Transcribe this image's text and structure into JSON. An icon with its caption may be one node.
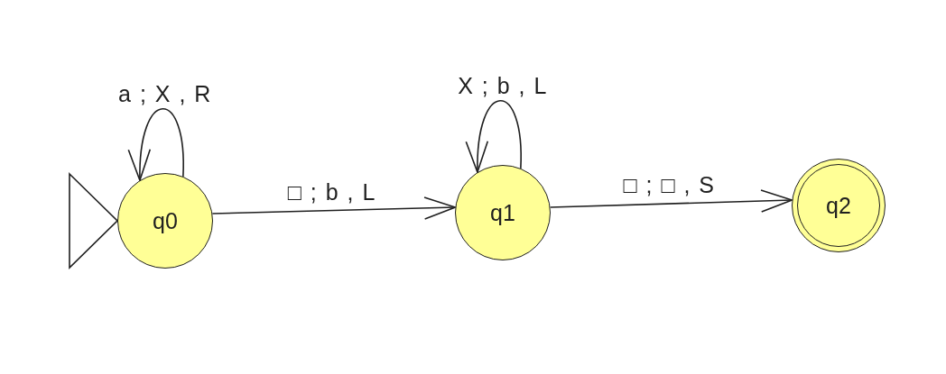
{
  "diagram": {
    "nodes": [
      {
        "text": [
          "q0"
        ]
      },
      {
        "text": [
          "q1"
        ]
      },
      {
        "text": [],
        "shape": "circle"
      },
      {
        "text": [
          "q2"
        ],
        "in": 2
      }
    ],
    "edges": [
      {
        "from": null,
        "to": 0,
        "arrow": "to"
      },
      {
        "from": 0,
        "to": 0,
        "label": "a ; X , R",
        "arrow": "to"
      },
      {
        "from": 0,
        "to": 1,
        "label": "□ ; b , L",
        "arrow": "to"
      },
      {
        "from": 1,
        "to": 1,
        "label": "X ; b , L",
        "arrow": "to"
      },
      {
        "from": 1,
        "to": 2,
        "label": "□ ; □ , S",
        "arrow": "to"
      }
    ]
  }
}
